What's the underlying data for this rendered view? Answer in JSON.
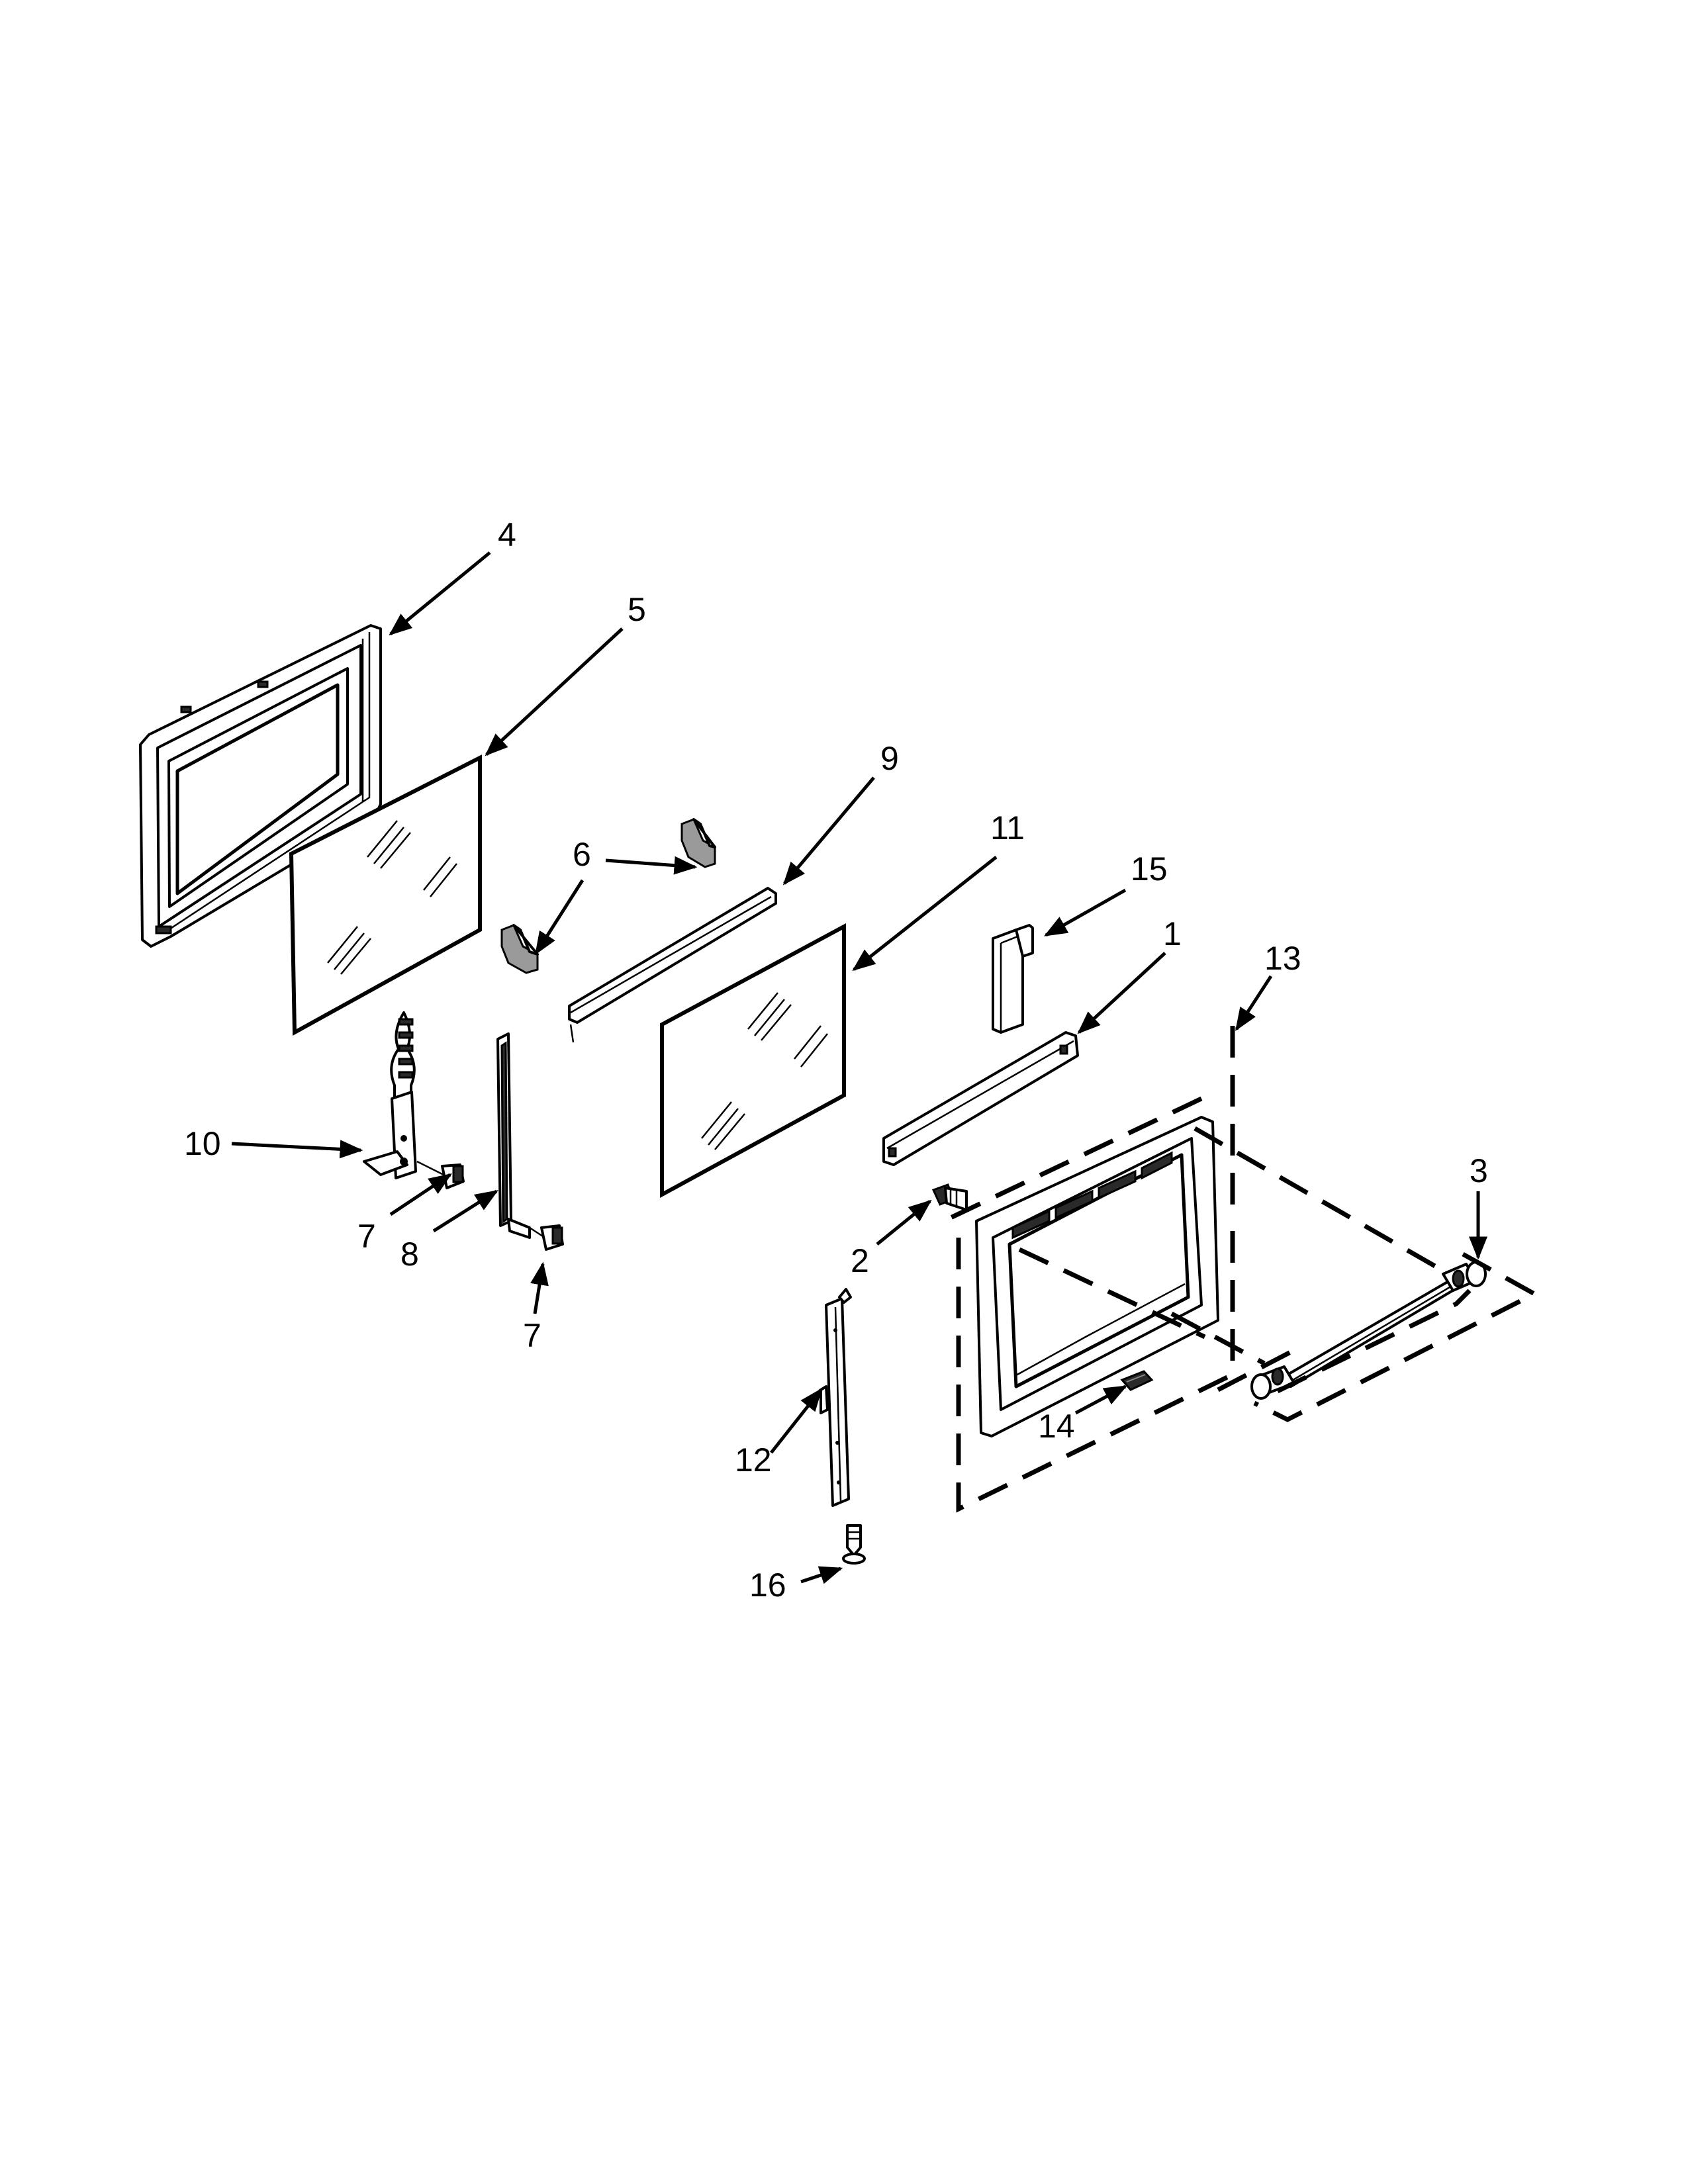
{
  "diagram": {
    "callouts": [
      {
        "id": "c4",
        "text": "4"
      },
      {
        "id": "c5",
        "text": "5"
      },
      {
        "id": "c9",
        "text": "9"
      },
      {
        "id": "c6",
        "text": "6"
      },
      {
        "id": "c11",
        "text": "11"
      },
      {
        "id": "c15",
        "text": "15"
      },
      {
        "id": "c1",
        "text": "1"
      },
      {
        "id": "c13",
        "text": "13"
      },
      {
        "id": "c10",
        "text": "10"
      },
      {
        "id": "c3",
        "text": "3"
      },
      {
        "id": "c7a",
        "text": "7"
      },
      {
        "id": "c8",
        "text": "8"
      },
      {
        "id": "c2",
        "text": "2"
      },
      {
        "id": "c7b",
        "text": "7"
      },
      {
        "id": "c14",
        "text": "14"
      },
      {
        "id": "c12",
        "text": "12"
      },
      {
        "id": "c16",
        "text": "16"
      }
    ]
  }
}
